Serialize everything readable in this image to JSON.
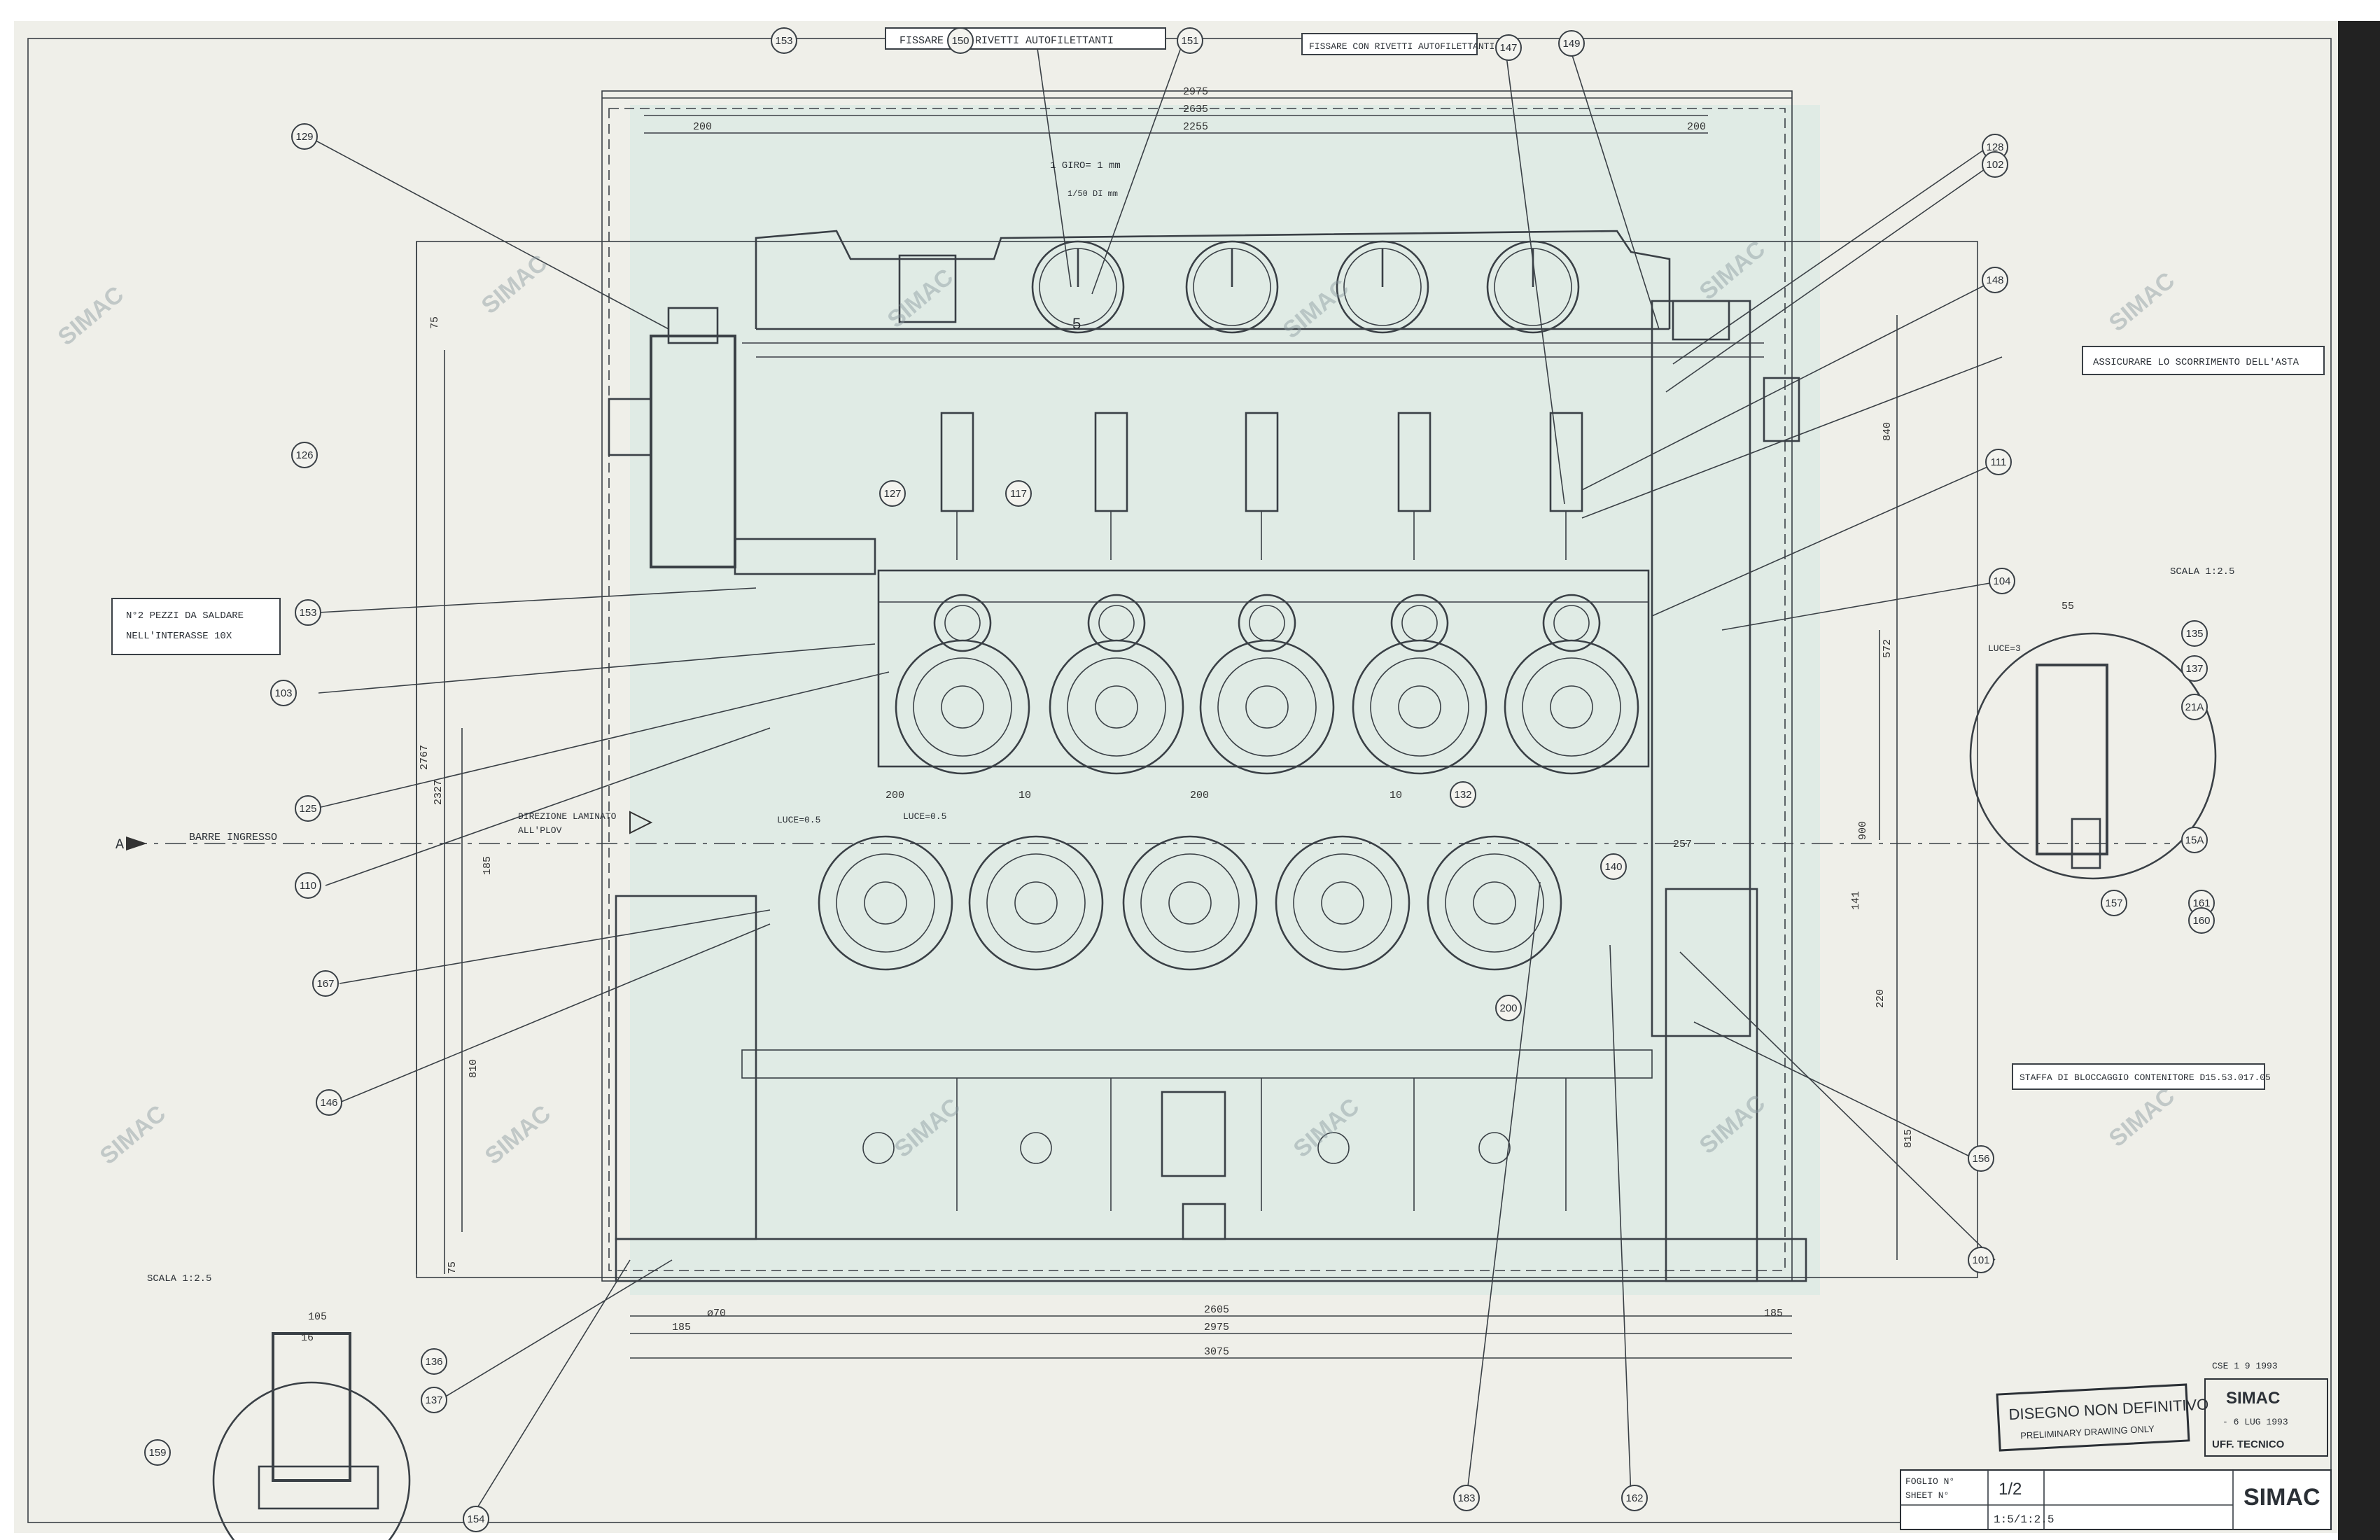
{
  "notes": {
    "top_left": "FISSARE CON RIVETTI AUTOFILETTANTI",
    "top_right": "FISSARE CON RIVETTI AUTOFILETTANTI",
    "right_slide": "ASSICURARE LO SCORRIMENTO DELL'ASTA",
    "left_pieces_line1": "N°2 PEZZI DA SALDARE",
    "left_pieces_line2": "NELL'INTERASSE 10X",
    "bar_entry": "BARRE INGRESSO",
    "direction_line1": "DIREZIONE LAMINATO",
    "direction_line2": "ALL'PLOV",
    "bracket_note": "STAFFA DI BLOCCAGGIO CONTENITORE D15.53.017.05",
    "scale_right": "SCALA 1:2.5",
    "scale_left": "SCALA 1:2.5",
    "dial_giro": "1 GIRO= 1 mm",
    "dial_fine": "1/50 DI mm",
    "luce_top": "LUCE=0.5",
    "luce_mid": "LUCE=0.5",
    "luce_detail": "LUCE=3"
  },
  "stamp": {
    "line1": "DISEGNO NON DEFINITIVO",
    "line2": "PRELIMINARY DRAWING ONLY"
  },
  "approval": {
    "brand": "SIMAC",
    "date": "- 6 LUG 1993",
    "office": "UFF. TECNICO",
    "date_top": "CSE 1 9 1993"
  },
  "title_block": {
    "foglio_label": "FOGLIO N°",
    "sheet_label": "SHEET N°",
    "sheet_value": "1/2",
    "scale_value": "1:5/1:2.5",
    "brand": "SIMAC"
  },
  "watermark": "SIMAC",
  "dial_numbers": [
    "5"
  ],
  "dimensions": {
    "top_1": "2975",
    "top_2": "2635",
    "top_3": "2255",
    "top_left": "200",
    "top_right": "200",
    "bottom_1": "2605",
    "bottom_2": "2975",
    "bottom_3": "3075",
    "bottom_left": "185",
    "bottom_right": "185",
    "mid_200a": "200",
    "mid_200b": "200",
    "mid_10a": "10",
    "mid_10b": "10",
    "mid_257": "257",
    "left_2767": "2767",
    "left_2327": "2327",
    "left_810": "810",
    "left_75a": "75",
    "left_75b": "75",
    "left_185": "185",
    "right_572": "572",
    "right_900": "900",
    "right_840": "840",
    "right_815": "815",
    "right_220": "220",
    "right_141": "141",
    "detail_105": "105",
    "detail_16": "16",
    "detail_55": "55",
    "phi_70": "ø70"
  },
  "callouts": [
    {
      "id": "c153a",
      "text": "153"
    },
    {
      "id": "c150",
      "text": "150"
    },
    {
      "id": "c151",
      "text": "151"
    },
    {
      "id": "c147",
      "text": "147"
    },
    {
      "id": "c149",
      "text": "149"
    },
    {
      "id": "c129",
      "text": "129"
    },
    {
      "id": "c128",
      "text": "128"
    },
    {
      "id": "c102",
      "text": "102"
    },
    {
      "id": "c148",
      "text": "148"
    },
    {
      "id": "c111",
      "text": "111"
    },
    {
      "id": "c104",
      "text": "104"
    },
    {
      "id": "c126",
      "text": "126"
    },
    {
      "id": "c127",
      "text": "127"
    },
    {
      "id": "c117",
      "text": "117"
    },
    {
      "id": "c153",
      "text": "153"
    },
    {
      "id": "c103",
      "text": "103"
    },
    {
      "id": "c125",
      "text": "125"
    },
    {
      "id": "c110",
      "text": "110"
    },
    {
      "id": "c167",
      "text": "167"
    },
    {
      "id": "c140",
      "text": "140"
    },
    {
      "id": "c132",
      "text": "132"
    },
    {
      "id": "c146",
      "text": "146"
    },
    {
      "id": "c200",
      "text": "200"
    },
    {
      "id": "c135",
      "text": "135"
    },
    {
      "id": "c137",
      "text": "137"
    },
    {
      "id": "c21a",
      "text": "21A"
    },
    {
      "id": "c15a",
      "text": "15A"
    },
    {
      "id": "c157",
      "text": "157"
    },
    {
      "id": "c161",
      "text": "161"
    },
    {
      "id": "c160",
      "text": "160"
    },
    {
      "id": "c156",
      "text": "156"
    },
    {
      "id": "c101",
      "text": "101"
    },
    {
      "id": "c183",
      "text": "183"
    },
    {
      "id": "c162",
      "text": "162"
    },
    {
      "id": "c154",
      "text": "154"
    },
    {
      "id": "c159",
      "text": "159"
    },
    {
      "id": "c136",
      "text": "136"
    },
    {
      "id": "c137b",
      "text": "137"
    }
  ]
}
